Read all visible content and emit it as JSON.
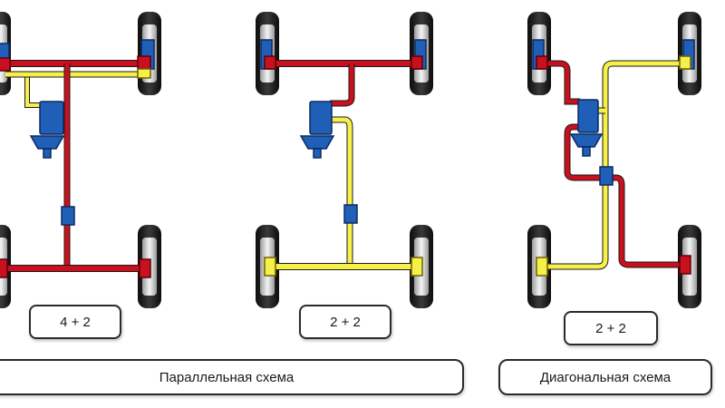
{
  "colors": {
    "circuit_1": "#c8101e",
    "circuit_2": "#f7ef4a",
    "master_cylinder": "#1f5fb8",
    "tire": "#161616",
    "hub": "#d8d8d8"
  },
  "diagrams": [
    {
      "config_label": "4 + 2"
    },
    {
      "config_label": "2 + 2"
    },
    {
      "config_label": "2 + 2"
    }
  ],
  "schemes": {
    "parallel": "Параллельная схема",
    "diagonal": "Диагональная схема"
  }
}
